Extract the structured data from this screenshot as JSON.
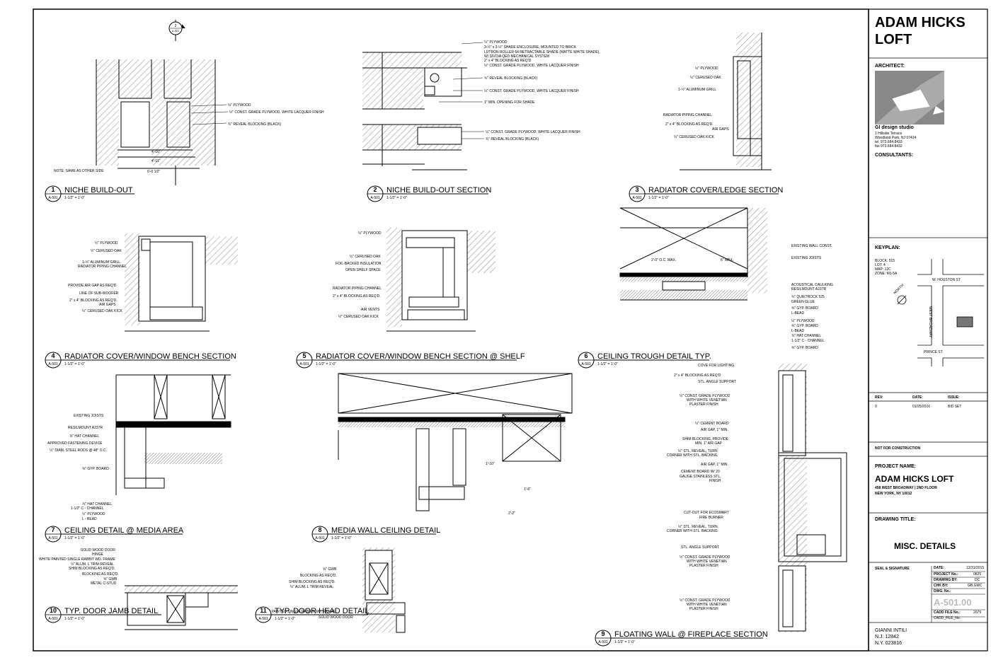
{
  "sheet": {
    "top_marker": {
      "number": "2",
      "sheet": "A-501"
    },
    "details": [
      {
        "num": "1",
        "sheet": "A-501",
        "title": "NICHE BUILD-OUT",
        "scale": "1-1/2\" = 1'-0\""
      },
      {
        "num": "2",
        "sheet": "A-501",
        "title": "NICHE BUILD-OUT SECTION",
        "scale": "1-1/2\" = 1'-0\""
      },
      {
        "num": "3",
        "sheet": "A-501",
        "title": "RADIATOR COVER/LEDGE SECTION",
        "scale": "1-1/2\" = 1'-0\""
      },
      {
        "num": "4",
        "sheet": "A-501",
        "title": "RADIATOR COVER/WINDOW BENCH SECTION",
        "scale": "1-1/2\" = 1'-0\""
      },
      {
        "num": "5",
        "sheet": "A-501",
        "title": "RADIATOR COVER/WINDOW BENCH SECTION @ SHELF",
        "scale": "1-1/2\" = 1'-0\""
      },
      {
        "num": "6",
        "sheet": "A-501",
        "title": "CEILING TROUGH DETAIL TYP.",
        "scale": "1-1/2\" = 1'-0\""
      },
      {
        "num": "7",
        "sheet": "A-501",
        "title": "CEILING DETAIL @ MEDIA AREA",
        "scale": "1-1/2\" = 1'-0\""
      },
      {
        "num": "8",
        "sheet": "A-501",
        "title": "MEDIA WALL CEILING DETAIL",
        "scale": "1-1/2\" = 1'-0\""
      },
      {
        "num": "9",
        "sheet": "A-501",
        "title": "FLOATING WALL @ FIREPLACE SECTION",
        "scale": "1-1/2\" = 1'-0\""
      },
      {
        "num": "10",
        "sheet": "A-501",
        "title": "TYP. DOOR JAMB DETAIL",
        "scale": "1-1/2\" = 1'-0\""
      },
      {
        "num": "11",
        "sheet": "A-501",
        "title": "TYP. DOOR HEAD DETAIL",
        "scale": "1-1/2\" = 1'-0\""
      }
    ],
    "notes": {
      "d1": [
        "½\" PLYWOOD",
        "½\" CONST. GRADE PLYWOOD, WHITE LACQUER FINISH",
        "¾\" REVEAL BLOCKING (BLACK)",
        "NOTE: SAME AS OTHER SIDE"
      ],
      "d1_dims": [
        "4'-10\"",
        "4'-11\"",
        "6'-0 1/2\""
      ],
      "d2": [
        "½\" PLYWOOD",
        "3-½\" x 3-½\" SHADE ENCLOSURE, MOUNTED TO BRICK",
        "LUTRON ROLLER 64 RETRACTABLE SHADE (MATTE WHITE SHADE),",
        "W/ SIVOIA QED MECHANICAL SYSTEM",
        "2\" x 4\" BLOCKING AS REQ'D",
        "½\" CONST. GRADE PLYWOOD, WHITE LACQUER FINISH",
        "¾\" REVEAL BLOCKING (BLACK)",
        "½\" CONST. GRADE PLYWOOD, WHITE LACQUER FINISH",
        "1\" MIN. OPENING FOR SHADE",
        "½\" CONST. GRADE PLYWOOD, WHITE LACQUER FINISH",
        "¾\" REVEAL BLOCKING (BLACK)"
      ],
      "d3": [
        "½\" PLYWOOD",
        "½\" CERUSED OAK",
        "1-½\" ALUMINUM GRILL",
        "RADIATOR PIPING CHANNEL",
        "2\" x 4\" BLOCKING AS REQ'D.",
        "AIR GAPS",
        "½\" CERUSED OAK KICK"
      ],
      "d4": [
        "½\" PLYWOOD",
        "½\" CERUSED OAK",
        "1-½\" ALUMINUM GRILL",
        "RADIATOR PIPING CHANNEL",
        "PROVIDE AIR GAP AS REQ'D.",
        "LINE OF SUB-WOOFER",
        "2\" x 4\" BLOCKING AS REQ'D.",
        "AIR GAPS",
        "½\" CERUSED OAK KICK"
      ],
      "d5": [
        "½\" PLYWOOD",
        "½\" CERUSED OAK",
        "FOIL-BACKED INSULATION",
        "OPEN SHELF SPACE",
        "RADIATOR PIPING CHANNEL",
        "2\" x 4\" BLOCKING AS REQ'D.",
        "AIR VENTS",
        "½\" CERUSED OAK KICK"
      ],
      "d6": [
        "EXISTING WALL CONST.",
        "EXISTING JOISTS",
        "ACOUSTICAL CAULKING",
        "RESILMOUNT A237R",
        "¾\" QUIETROCK 525",
        "GREEN GLUE",
        "⅝\" GYP. BOARD",
        "L-BEAD",
        "½\" PLYWOOD",
        "⅝\" GYP. BOARD",
        "L-BEAD",
        "⅞\" HAT CHANNEL",
        "1-1/2\" C - CHANNEL",
        "⅝\" GYP. BOARD"
      ],
      "d6_dims": [
        "2'-0\" O.C. MAX.",
        "6\" MAX."
      ],
      "d7": [
        "EXISTING JOISTS",
        "RESILMOUNT A237R",
        "⅞\" HAT CHANNEL",
        "APPROVED FASTENING DEVICE",
        "½\" DIAM. STEEL RODS @ 48\" O.C.",
        "⅝\" GYP. BOARD",
        "⅞\" HAT CHANNEL",
        "1-1/2\" C - CHANNEL",
        "½\" PLYWOOD",
        "L - BEAD"
      ],
      "d8_dims": [
        "1'-10\"",
        "1'-6\"",
        "2'-2\""
      ],
      "d9": [
        "COVE FOR LIGHTING",
        "2\" x 4\" BLOCKING AS REQ'D",
        "STL. ANGLE SUPPORT",
        "½\" CONST. GRADE PLYWOOD",
        "WITH WHITE VENETIAN",
        "PLASTER FINISH",
        "½\" CEMENT BOARD",
        "AIR GAP, 1\" MIN.",
        "SHIM BLOCKING, PROVIDE",
        "MIN. 1\" AIR GAP",
        "½\" STL. REVEAL, TURN",
        "CORNER WITH STL. BACKING",
        "AIR GAP, 1\" MIN.",
        "CEMENT BOARD W/ 20",
        "GAUGE STAINLESS STL.",
        "FINISH",
        "CUT-OUT FOR ECOSMART",
        "FIRE BURNER",
        "½\" STL. REVEAL, TURN",
        "CORNER WITH STL. BACKING",
        "STL. ANGLE SUPPORT",
        "½\" CONST. GRADE PLYWOOD",
        "WITH WHITE VENETIAN",
        "PLASTER FINISH",
        "½\" CONST. GRADE PLYWOOD",
        "WITH WHITE VENETIAN",
        "PLASTER FINISH"
      ],
      "d10": [
        "SOLID WOOD DOOR",
        "HINGE",
        "WHITE PAINTED SINGLE RABBIT WD. FRAME",
        "½\" ALUM. L TRIM REVEAL",
        "SHIM BLOCKING AS REQ'D.",
        "BLOCKING AS REQ'D.",
        "⅝\" GWB",
        "METAL C-STUD"
      ],
      "d11": [
        "⅝\" GWB",
        "BLOCKING AS REQ'D.",
        "SHIM BLOCKING AS REQ'D.",
        "½\" ALUM. L TRIM REVEAL",
        "WHITE PAINTED SINGLE RABBIT WD. FRAME",
        "SOLID WOOD DOOR"
      ]
    }
  },
  "titleblock": {
    "project_title": [
      "ADAM HICKS",
      "LOFT"
    ],
    "architect_label": "ARCHITECT:",
    "architect_name": "GI design studio",
    "architect_address": [
      "1 Hillside Terrace",
      "Woodland Park, NJ 07424",
      "tel. 973.684.8433",
      "fax 973.684.8432"
    ],
    "consultants_label": "CONSULTANTS:",
    "keyplan_label": "KEYPLAN:",
    "keyplan_info": [
      "BLOCK: 515",
      "LOT: 4",
      "MAP: 12C",
      "ZONE: M1-5A"
    ],
    "keyplan_streets": {
      "houston": "W. HOUSTON ST",
      "broadway": "WEST BROADWAY",
      "prince": "PRINCE ST.",
      "north": "NORTH"
    },
    "rev_headers": [
      "REV:",
      "DATE:",
      "ISSUE:"
    ],
    "rev_row": [
      "0",
      "01/25/2016",
      "BID SET"
    ],
    "not_for_construction": "NOT FOR CONSTRUCTION",
    "project_name_label": "PROJECT NAME:",
    "project_name": "ADAM HICKS LOFT",
    "project_address": [
      "458 WEST BROADWAY | 2ND FLOOR",
      "NEW YORK, NY 10012"
    ],
    "drawing_title_label": "DRAWING TITLE:",
    "drawing_title": "MISC. DETAILS",
    "seal_label": "SEAL & SIGNATURE",
    "info_rows": [
      {
        "label": "DATE:",
        "value": "12/31/2015"
      },
      {
        "label": "PROJECT No.:",
        "value": "0825"
      },
      {
        "label": "DRAWING BY:",
        "value": "DC"
      },
      {
        "label": "CHK BY:",
        "value": "GB,GMC"
      },
      {
        "label": "DWG. No.:",
        "value": ""
      }
    ],
    "sheet_number": "A-501.00",
    "cadd_label": "CADD FILE No.:",
    "cadd_value": "2079",
    "cadd_sub": "CADD_FILE_No.",
    "signer": [
      "GIANNI INTILI",
      "N.J. 12842",
      "N.Y. 023816"
    ]
  }
}
